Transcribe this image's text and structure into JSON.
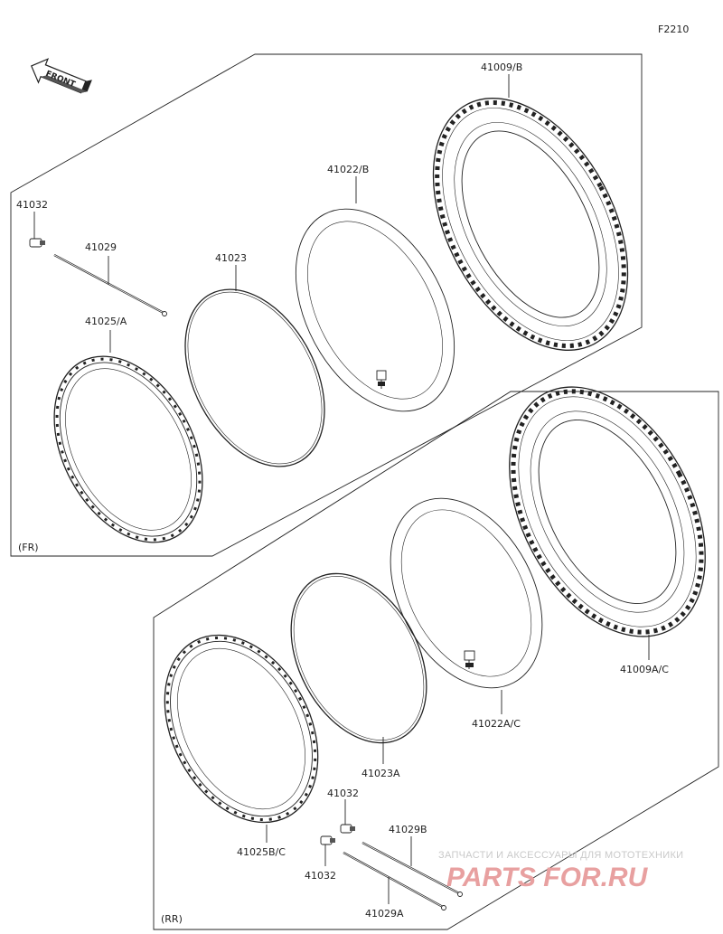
{
  "diagram_code": "F2210",
  "front_label": "FRONT",
  "front_section": {
    "tag": "(FR)",
    "parts": {
      "tire": "41009/B",
      "tube": "41022/B",
      "rim_band": "41023",
      "rim": "41025/A",
      "spoke": "41029",
      "nipple": "41032"
    }
  },
  "rear_section": {
    "tag": "(RR)",
    "parts": {
      "tire": "41009A/C",
      "tube": "41022A/C",
      "rim_band": "41023A",
      "rim": "41025B/C",
      "nipple_upper": "41032",
      "nipple_lower": "41032",
      "spoke_upper": "41029B",
      "spoke_lower": "41029A"
    }
  },
  "watermark": {
    "tagline": "ЗАПЧАСТИ И АКСЕССУАРЫ ДЛЯ МОТОТЕХНИКИ",
    "logo_left": "PARTS",
    "logo_right": "FOR.RU",
    "logo_color": "#e8a0a0",
    "tagline_color": "#c9c9c9"
  }
}
